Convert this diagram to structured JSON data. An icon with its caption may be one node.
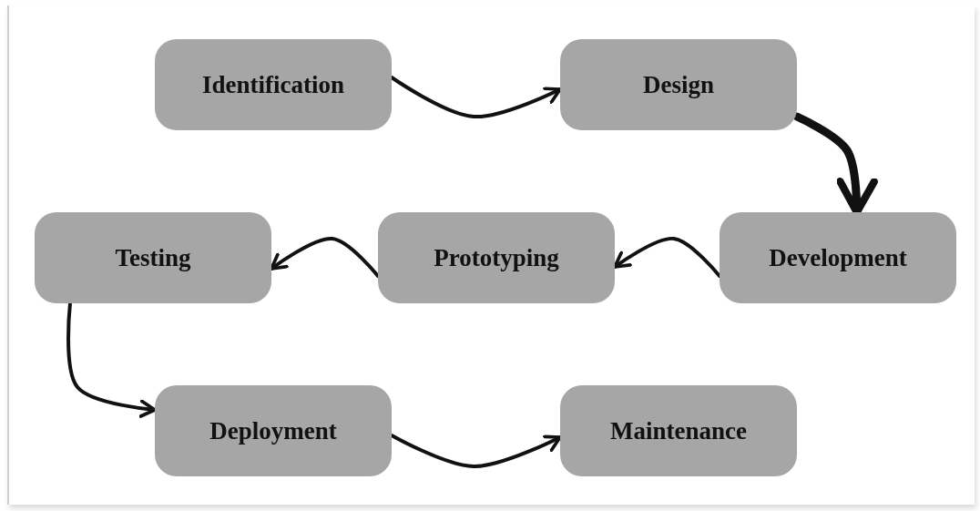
{
  "diagram": {
    "nodes": [
      {
        "text": [
          "Identification"
        ]
      },
      {
        "text": [
          "Design"
        ]
      },
      {
        "text": [
          "Development"
        ]
      },
      {
        "text": [
          "Prototyping"
        ]
      },
      {
        "text": [
          "Testing"
        ]
      },
      {
        "text": [
          "Deployment"
        ]
      },
      {
        "text": [
          "Maintenance"
        ]
      }
    ],
    "edges": [
      {
        "from": 0,
        "to": 1,
        "arrow": "to"
      },
      {
        "from": 1,
        "to": 2,
        "arrow": "to",
        "style": "thick"
      },
      {
        "from": 2,
        "to": 3,
        "arrow": "to"
      },
      {
        "from": 3,
        "to": 4,
        "arrow": "to"
      },
      {
        "from": 4,
        "to": 5,
        "arrow": "to"
      },
      {
        "from": 5,
        "to": 6,
        "arrow": "to"
      }
    ]
  }
}
